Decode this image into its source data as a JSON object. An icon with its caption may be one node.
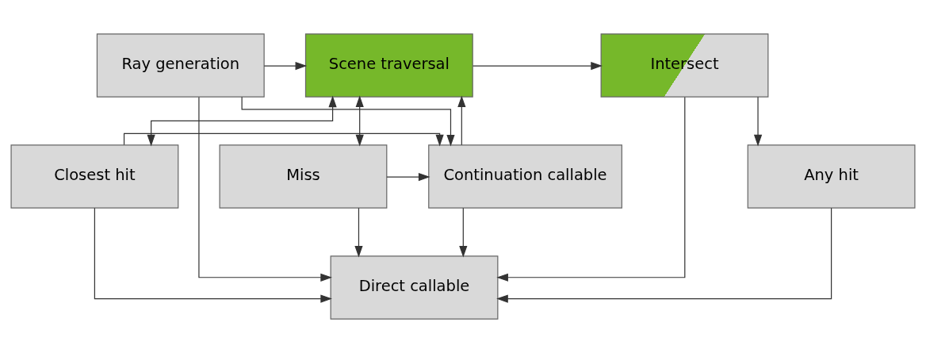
{
  "diagram": {
    "nodes": [
      {
        "text": [
          "Ray generation"
        ]
      },
      {
        "text": [
          "Scene traversal"
        ]
      },
      {
        "text": [
          "Intersect"
        ]
      },
      {
        "text": [
          "Continuation callable"
        ]
      },
      {
        "text": [
          "Miss"
        ]
      },
      {
        "text": [
          "Closest hit"
        ]
      },
      {
        "text": [
          "Any hit"
        ]
      },
      {
        "text": [
          "Direct callable"
        ]
      }
    ],
    "edges": [
      {
        "from": 0,
        "to": 1,
        "arrow": "to"
      },
      {
        "from": 1,
        "to": 2,
        "arrow": "to"
      },
      {
        "from": 0,
        "to": 3,
        "arrow": "to"
      },
      {
        "from": 3,
        "to": 1,
        "arrow": "to"
      },
      {
        "from": 1,
        "to": 4,
        "arrow": "both"
      },
      {
        "from": 1,
        "to": 5,
        "arrow": "both"
      },
      {
        "from": 2,
        "to": 6,
        "arrow": "to"
      },
      {
        "from": 0,
        "to": 7,
        "arrow": "to"
      },
      {
        "from": 3,
        "to": 7,
        "arrow": "to"
      },
      {
        "from": 4,
        "to": 3,
        "arrow": "to"
      },
      {
        "from": 5,
        "to": 3,
        "arrow": "to"
      },
      {
        "from": 4,
        "to": 7,
        "arrow": "to"
      },
      {
        "from": 5,
        "to": 7,
        "arrow": "to"
      },
      {
        "from": 6,
        "to": 7,
        "arrow": "to"
      },
      {
        "from": 2,
        "to": 7,
        "arrow": "to"
      }
    ]
  }
}
